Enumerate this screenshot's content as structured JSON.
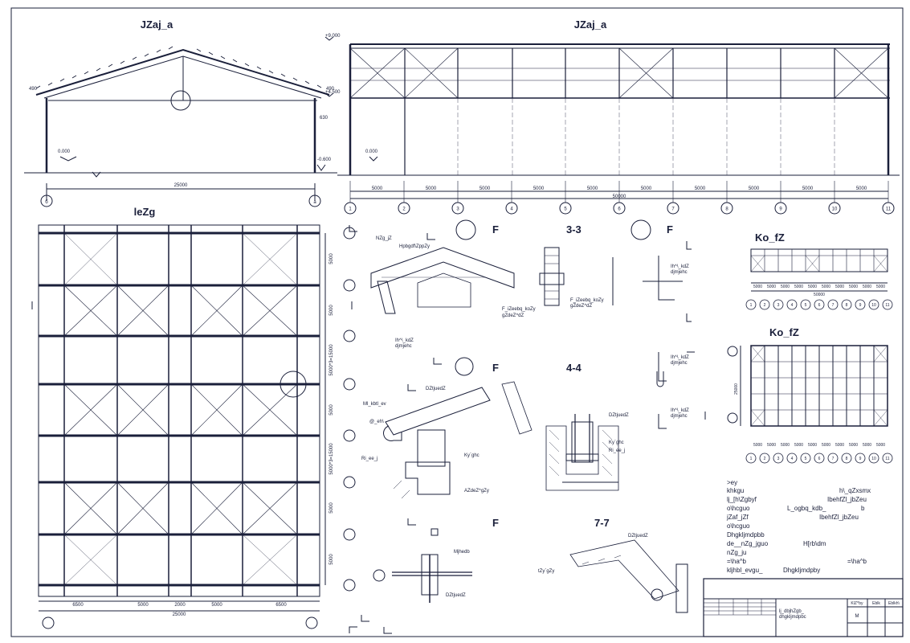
{
  "views": {
    "facade_left_title": "JZaj_a",
    "facade_right_title": "JZaj_a",
    "plan_title": "leZg",
    "detail_F1": "F",
    "detail_33": "3-3",
    "detail_F2": "F",
    "detail_Ko1": "Ko_fZ",
    "detail_F3": "F",
    "detail_44": "4-4",
    "detail_Ko2": "Ko_fZ",
    "detail_F4": "F",
    "detail_77": "7-7"
  },
  "elevations": {
    "top": "+9.000",
    "mid": "+4.500",
    "zero_left": "0.000",
    "zero_right": "0.000",
    "minus": "-0.600",
    "top_left": "490",
    "right_small": "490",
    "side_630": "630"
  },
  "dimensions": {
    "span_left": "25000",
    "bay": "5000",
    "total_right": "50000",
    "plan_total": "25000",
    "plan_bottom": [
      "6500",
      "5000",
      "2000",
      "5000",
      "6500"
    ],
    "plan_side": [
      "5000",
      "5000",
      "5000*3=15000",
      "5000",
      "5000*3=15000",
      "5000",
      "5000"
    ],
    "mini_bays": "5000",
    "mini_total": "50000",
    "mini_side": "25000"
  },
  "axes": {
    "facade_right": [
      "1",
      "2",
      "3",
      "4",
      "5",
      "6",
      "7",
      "8",
      "9",
      "10",
      "11"
    ],
    "mini": [
      "1",
      "2",
      "3",
      "4",
      "5",
      "6",
      "7",
      "8",
      "9",
      "10",
      "11"
    ],
    "facade_left": [
      "б",
      "а"
    ]
  },
  "detail_labels": {
    "a1": "NZg_jZ",
    "a2": "Hpbgdf\\ZppZy",
    "a3": "F_iZeebq_koZy",
    "a4": "gZdeZ^dZ",
    "a5": "Ih^\\_kdZ",
    "a6": "djmjehc",
    "a7": "F_iZeebq_koZy",
    "a8": "gZdeZ^dZ",
    "b1": "DZtjuedZ",
    "b2": "Ml_kbtl_ev",
    "b3": "@_eh\\",
    "b4": "Ri_ee_j",
    "b5": "Ky`ghc",
    "b6": "AZdeZ^gZy",
    "b7": "DZtjuedZ",
    "b8": "Ky`ghc",
    "b9": "Ri_ee_j",
    "c1": "DZtjuedZ",
    "c2": "Mjhedb",
    "c3": "tZy`gZy",
    "c4": "DZtjuedZ"
  },
  "notes": [
    ">ey",
    "khkgu",
    "h\\_qZxsmx",
    "lj_[h\\Zgbyf",
    "IbehfZl_jbZeu",
    "o\\hcguo",
    "L_ogbq_kdb_",
    "b",
    "jZaf_jZf",
    "IbehfZl_jbZeu",
    "o\\hcguo",
    "Dhgkljmdpbb",
    "de__nZg_jguo",
    "H[rb\\dm",
    "nZg_ju",
    "=\\ha^b",
    "=\\ha^b",
    "kljhbl_evgu_",
    "Dhgkljmdpby"
  ],
  "title_block": {
    "line1": "lj_dbjhZgb_",
    "line2": "dhgkljmdpbc",
    "stage": "M",
    "cols": [
      "KlZ^by",
      "Eblk",
      "Eblkh\\"
    ]
  },
  "colors": {
    "ink": "#1a1f3a",
    "paper": "#ffffff"
  }
}
